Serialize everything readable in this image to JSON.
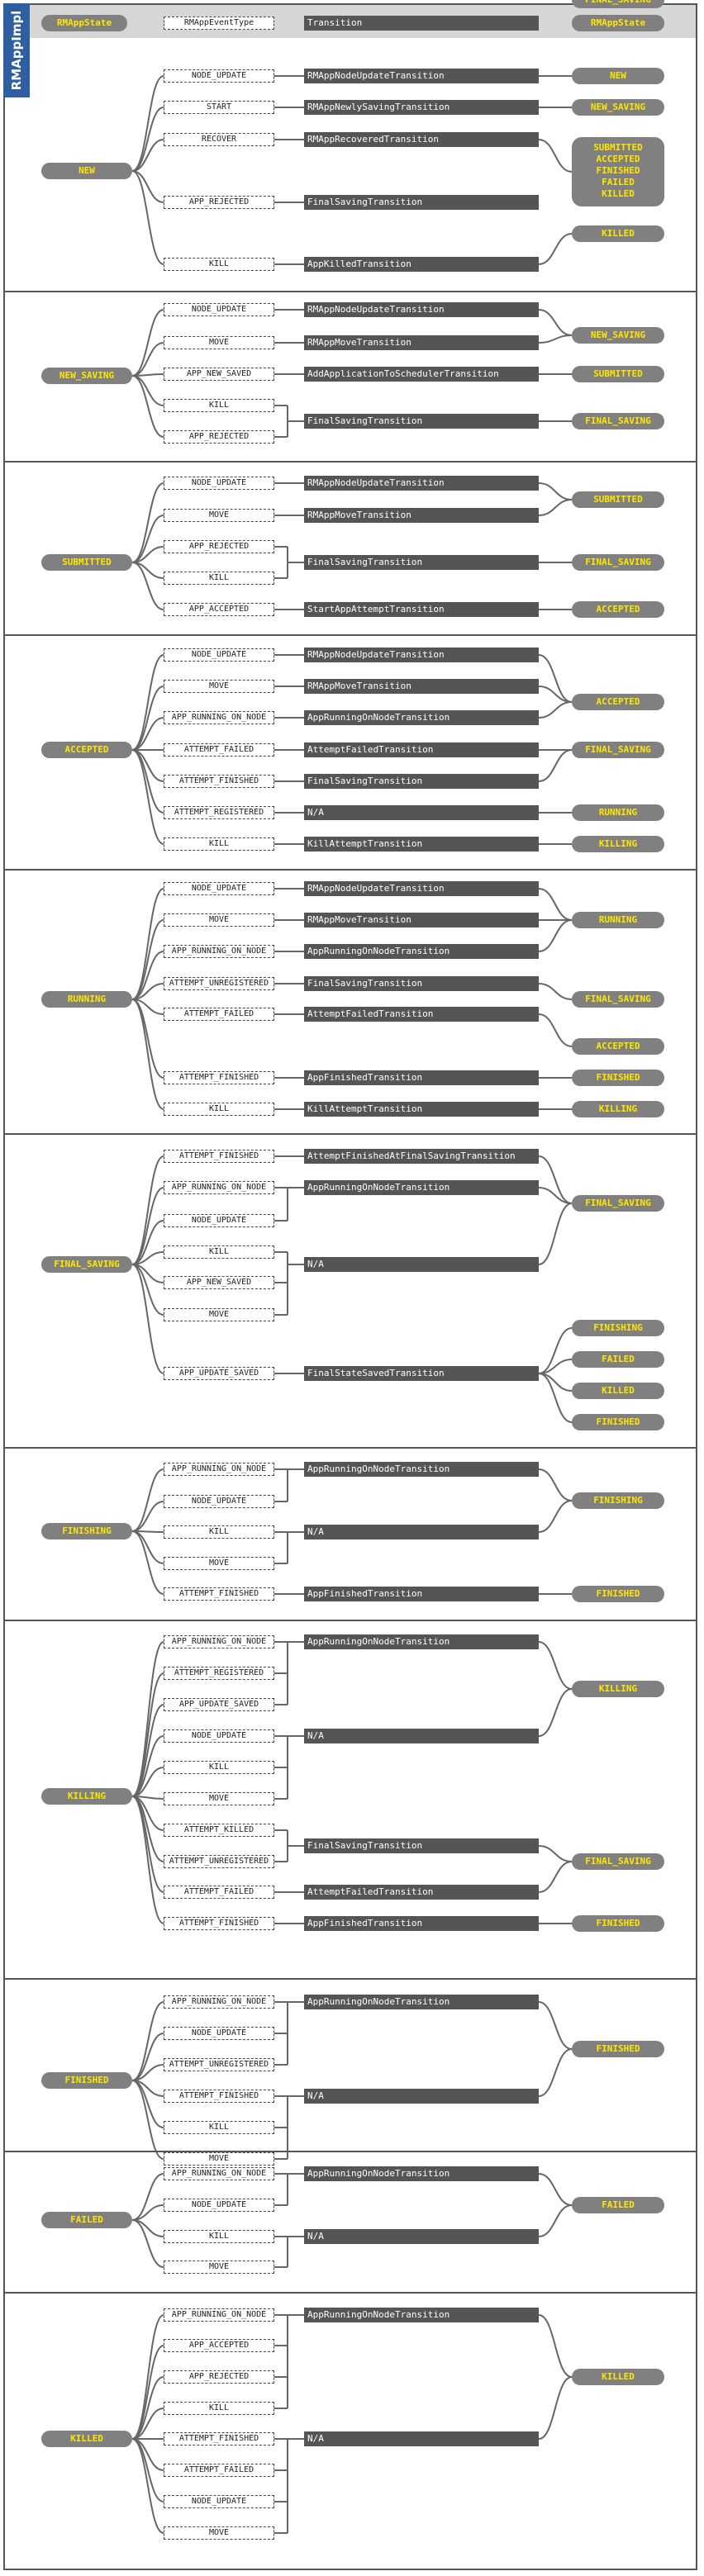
{
  "title": "RMAppImpl",
  "header": {
    "from": "RMAppState",
    "event": "RMAppEventType",
    "transition": "Transition",
    "to": "RMAppState"
  },
  "sections": [
    {
      "id": "new",
      "state": "NEW",
      "rows": [
        {
          "ev": "NODE_UPDATE",
          "tr": "RMAppNodeUpdateTransition",
          "to": "NEW"
        },
        {
          "ev": "START",
          "tr": "RMAppNewlySavingTransition",
          "to": "NEW_SAVING"
        },
        {
          "ev": "RECOVER",
          "tr": "RMAppRecoveredTransition",
          "to_multi": [
            "SUBMITTED",
            "ACCEPTED",
            "FINISHED",
            "FAILED",
            "KILLED"
          ]
        },
        {
          "ev": "APP_REJECTED",
          "tr": "FinalSavingTransition",
          "to": "FINAL_SAVING"
        },
        {
          "ev": "KILL",
          "tr": "AppKilledTransition",
          "to": "KILLED"
        }
      ]
    },
    {
      "id": "new-saving",
      "state": "NEW_SAVING",
      "rows": [
        {
          "ev": "NODE_UPDATE",
          "tr": "RMAppNodeUpdateTransition",
          "to": "NEW_SAVING"
        },
        {
          "ev": "MOVE",
          "tr": "RMAppMoveTransition"
        },
        {
          "ev": "APP_NEW_SAVED",
          "tr": "AddApplicationToSchedulerTransition",
          "to": "SUBMITTED"
        },
        {
          "ev": "KILL",
          "tr": "FinalSavingTransition",
          "to": "FINAL_SAVING"
        },
        {
          "ev": "APP_REJECTED"
        }
      ]
    },
    {
      "id": "submitted",
      "state": "SUBMITTED",
      "rows": [
        {
          "ev": "NODE_UPDATE",
          "tr": "RMAppNodeUpdateTransition",
          "to": "SUBMITTED"
        },
        {
          "ev": "MOVE",
          "tr": "RMAppMoveTransition"
        },
        {
          "ev": "APP_REJECTED",
          "tr": "FinalSavingTransition",
          "to": "FINAL_SAVING"
        },
        {
          "ev": "KILL"
        },
        {
          "ev": "APP_ACCEPTED",
          "tr": "StartAppAttemptTransition",
          "to": "ACCEPTED"
        }
      ]
    },
    {
      "id": "accepted",
      "state": "ACCEPTED",
      "rows": [
        {
          "ev": "NODE_UPDATE",
          "tr": "RMAppNodeUpdateTransition",
          "to": "ACCEPTED"
        },
        {
          "ev": "MOVE",
          "tr": "RMAppMoveTransition"
        },
        {
          "ev": "APP_RUNNING_ON_NODE",
          "tr": "AppRunningOnNodeTransition"
        },
        {
          "ev": "ATTEMPT_FAILED",
          "tr": "AttemptFailedTransition",
          "to": "FINAL_SAVING"
        },
        {
          "ev": "ATTEMPT_FINISHED",
          "tr": "FinalSavingTransition"
        },
        {
          "ev": "ATTEMPT_REGISTERED",
          "tr": "N/A",
          "to": "RUNNING"
        },
        {
          "ev": "KILL",
          "tr": "KillAttemptTransition",
          "to": "KILLING"
        }
      ]
    },
    {
      "id": "running",
      "state": "RUNNING",
      "rows": [
        {
          "ev": "NODE_UPDATE",
          "tr": "RMAppNodeUpdateTransition",
          "to": "RUNNING"
        },
        {
          "ev": "MOVE",
          "tr": "RMAppMoveTransition"
        },
        {
          "ev": "APP_RUNNING_ON_NODE",
          "tr": "AppRunningOnNodeTransition"
        },
        {
          "ev": "ATTEMPT_UNREGISTERED",
          "tr": "FinalSavingTransition",
          "to": "FINAL_SAVING"
        },
        {
          "ev": "ATTEMPT_FAILED",
          "tr": "AttemptFailedTransition",
          "to": "ACCEPTED"
        },
        {
          "ev": "ATTEMPT_FINISHED",
          "tr": "AppFinishedTransition",
          "to": "FINISHED"
        },
        {
          "ev": "KILL",
          "tr": "KillAttemptTransition",
          "to": "KILLING"
        }
      ]
    },
    {
      "id": "final-saving",
      "state": "FINAL_SAVING",
      "rows": [
        {
          "ev": "ATTEMPT_FINISHED",
          "tr": "AttemptFinishedAtFinalSavingTransition",
          "to": "FINAL_SAVING"
        },
        {
          "ev": "APP_RUNNING_ON_NODE",
          "tr": "AppRunningOnNodeTransition"
        },
        {
          "ev": "NODE_UPDATE"
        },
        {
          "ev": "KILL",
          "tr": "N/A"
        },
        {
          "ev": "APP_NEW_SAVED"
        },
        {
          "ev": "MOVE"
        },
        {
          "ev": "APP_UPDATE_SAVED",
          "tr": "FinalStateSavedTransition",
          "to_list": [
            "FINISHING",
            "FAILED",
            "KILLED",
            "FINISHED"
          ]
        }
      ]
    },
    {
      "id": "finishing",
      "state": "FINISHING",
      "rows": [
        {
          "ev": "APP_RUNNING_ON_NODE",
          "tr": "AppRunningOnNodeTransition",
          "to": "FINISHING"
        },
        {
          "ev": "NODE_UPDATE"
        },
        {
          "ev": "KILL",
          "tr": "N/A"
        },
        {
          "ev": "MOVE"
        },
        {
          "ev": "ATTEMPT_FINISHED",
          "tr": "AppFinishedTransition",
          "to": "FINISHED"
        }
      ]
    },
    {
      "id": "killing",
      "state": "KILLING",
      "rows": [
        {
          "ev": "APP_RUNNING_ON_NODE",
          "tr": "AppRunningOnNodeTransition",
          "to": "KILLING"
        },
        {
          "ev": "ATTEMPT_REGISTERED"
        },
        {
          "ev": "APP_UPDATE_SAVED"
        },
        {
          "ev": "NODE_UPDATE",
          "tr": "N/A"
        },
        {
          "ev": "KILL"
        },
        {
          "ev": "MOVE"
        },
        {
          "ev": "ATTEMPT_KILLED",
          "tr": "FinalSavingTransition",
          "to": "FINAL_SAVING"
        },
        {
          "ev": "ATTEMPT_UNREGISTERED"
        },
        {
          "ev": "ATTEMPT_FAILED",
          "tr": "AttemptFailedTransition"
        },
        {
          "ev": "ATTEMPT_FINISHED",
          "tr": "AppFinishedTransition",
          "to": "FINISHED"
        }
      ]
    },
    {
      "id": "finished",
      "state": "FINISHED",
      "rows": [
        {
          "ev": "APP_RUNNING_ON_NODE",
          "tr": "AppRunningOnNodeTransition",
          "to": "FINISHED"
        },
        {
          "ev": "NODE_UPDATE"
        },
        {
          "ev": "ATTEMPT_UNREGISTERED"
        },
        {
          "ev": "ATTEMPT_FINISHED",
          "tr": "N/A"
        },
        {
          "ev": "KILL"
        },
        {
          "ev": "MOVE"
        }
      ]
    },
    {
      "id": "failed",
      "state": "FAILED",
      "rows": [
        {
          "ev": "APP_RUNNING_ON_NODE",
          "tr": "AppRunningOnNodeTransition",
          "to": "FAILED"
        },
        {
          "ev": "NODE_UPDATE"
        },
        {
          "ev": "KILL",
          "tr": "N/A"
        },
        {
          "ev": "MOVE"
        }
      ]
    },
    {
      "id": "killed",
      "state": "KILLED",
      "rows": [
        {
          "ev": "APP_RUNNING_ON_NODE",
          "tr": "AppRunningOnNodeTransition",
          "to": "KILLED"
        },
        {
          "ev": "APP_ACCEPTED"
        },
        {
          "ev": "APP_REJECTED"
        },
        {
          "ev": "KILL"
        },
        {
          "ev": "ATTEMPT_FINISHED",
          "tr": "N/A"
        },
        {
          "ev": "ATTEMPT_FAILED"
        },
        {
          "ev": "NODE_UPDATE"
        },
        {
          "ev": "MOVE"
        }
      ]
    }
  ]
}
